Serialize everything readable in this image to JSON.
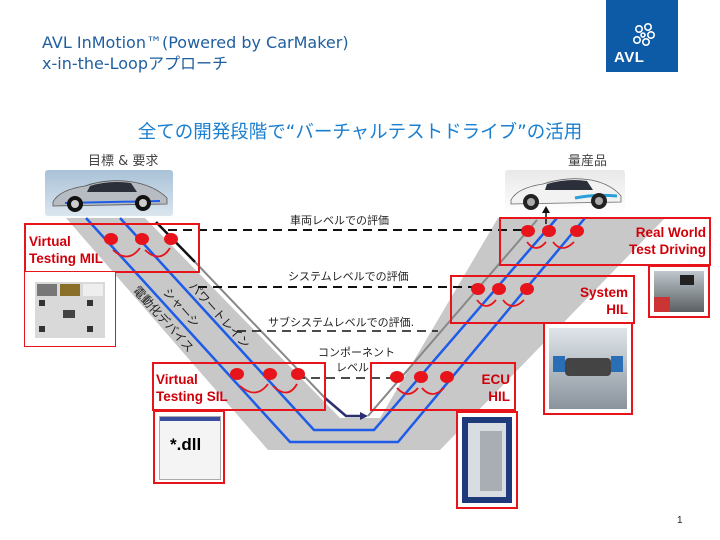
{
  "header": {
    "title_line1": "AVL InMotion™(Powered by CarMaker)",
    "title_line2": "x-in-the-Loopアプローチ",
    "logo_text": "AVL",
    "brand_color": "#0d5aa7"
  },
  "heading": "全ての開発段階で“バーチャルテストドライブ”の活用",
  "ends": {
    "left_label": "目標 & 要求",
    "right_label": "量産品"
  },
  "levels": [
    {
      "label": "車両レベルでの評価"
    },
    {
      "label": "システムレベルでの評価"
    },
    {
      "label": "サブシステムレベルでの評価."
    },
    {
      "label_line1": "コンポーネント",
      "label_line2": "レベル"
    }
  ],
  "tracks": [
    "パワートレイン",
    "シャーシ",
    "電動化デバイス"
  ],
  "stages": {
    "mil": {
      "line1": "Virtual",
      "line2": "Testing MIL"
    },
    "sil": {
      "line1": "Virtual",
      "line2": "Testing SIL",
      "thumb_text": "*.dll"
    },
    "ecu": {
      "line1": "ECU",
      "line2": "HIL"
    },
    "system": {
      "line1": "System",
      "line2": "HIL"
    },
    "real": {
      "line1": "Real World",
      "line2": "Test Driving"
    }
  },
  "colors": {
    "accent_red": "#e8141c",
    "label_red": "#d0000a",
    "track_blue": "#1e5ce8",
    "band_gray": "#c8c8c8",
    "heading_blue": "#1a7fd0"
  },
  "page_number": "1"
}
